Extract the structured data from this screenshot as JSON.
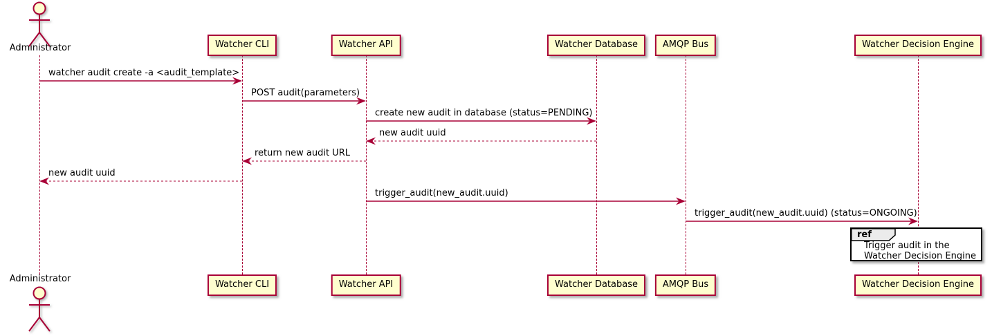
{
  "diagram": {
    "type": "plantuml-sequence",
    "actor": {
      "label": "Administrator"
    },
    "participants": [
      {
        "label": "Watcher CLI"
      },
      {
        "label": "Watcher API"
      },
      {
        "label": "Watcher Database"
      },
      {
        "label": "AMQP Bus"
      },
      {
        "label": "Watcher Decision Engine"
      }
    ],
    "messages": [
      {
        "from": "Administrator",
        "to": "Watcher CLI",
        "style": "solid",
        "label": "watcher audit create -a <audit_template>"
      },
      {
        "from": "Watcher CLI",
        "to": "Watcher API",
        "style": "solid",
        "label": "POST audit(parameters)"
      },
      {
        "from": "Watcher API",
        "to": "Watcher Database",
        "style": "solid",
        "label": "create new audit in database (status=PENDING)"
      },
      {
        "from": "Watcher Database",
        "to": "Watcher API",
        "style": "dashed",
        "label": "new audit uuid"
      },
      {
        "from": "Watcher API",
        "to": "Watcher CLI",
        "style": "dashed",
        "label": "return new audit URL"
      },
      {
        "from": "Watcher CLI",
        "to": "Administrator",
        "style": "dashed",
        "label": "new audit uuid"
      },
      {
        "from": "Watcher API",
        "to": "AMQP Bus",
        "style": "solid",
        "label": "trigger_audit(new_audit.uuid)"
      },
      {
        "from": "AMQP Bus",
        "to": "Watcher Decision Engine",
        "style": "solid",
        "label": "trigger_audit(new_audit.uuid) (status=ONGOING)"
      }
    ],
    "ref": {
      "keyword": "ref",
      "line1": "Trigger audit in the",
      "line2": "Watcher Decision Engine"
    },
    "colors": {
      "participant_fill": "#FEFECE",
      "border": "#A80036",
      "arrow": "#A80036",
      "lifeline": "#A80036",
      "ref_border": "#000000",
      "ref_header_fill": "#EBEBEB",
      "text": "#000000",
      "background": "#FFFFFF"
    }
  }
}
